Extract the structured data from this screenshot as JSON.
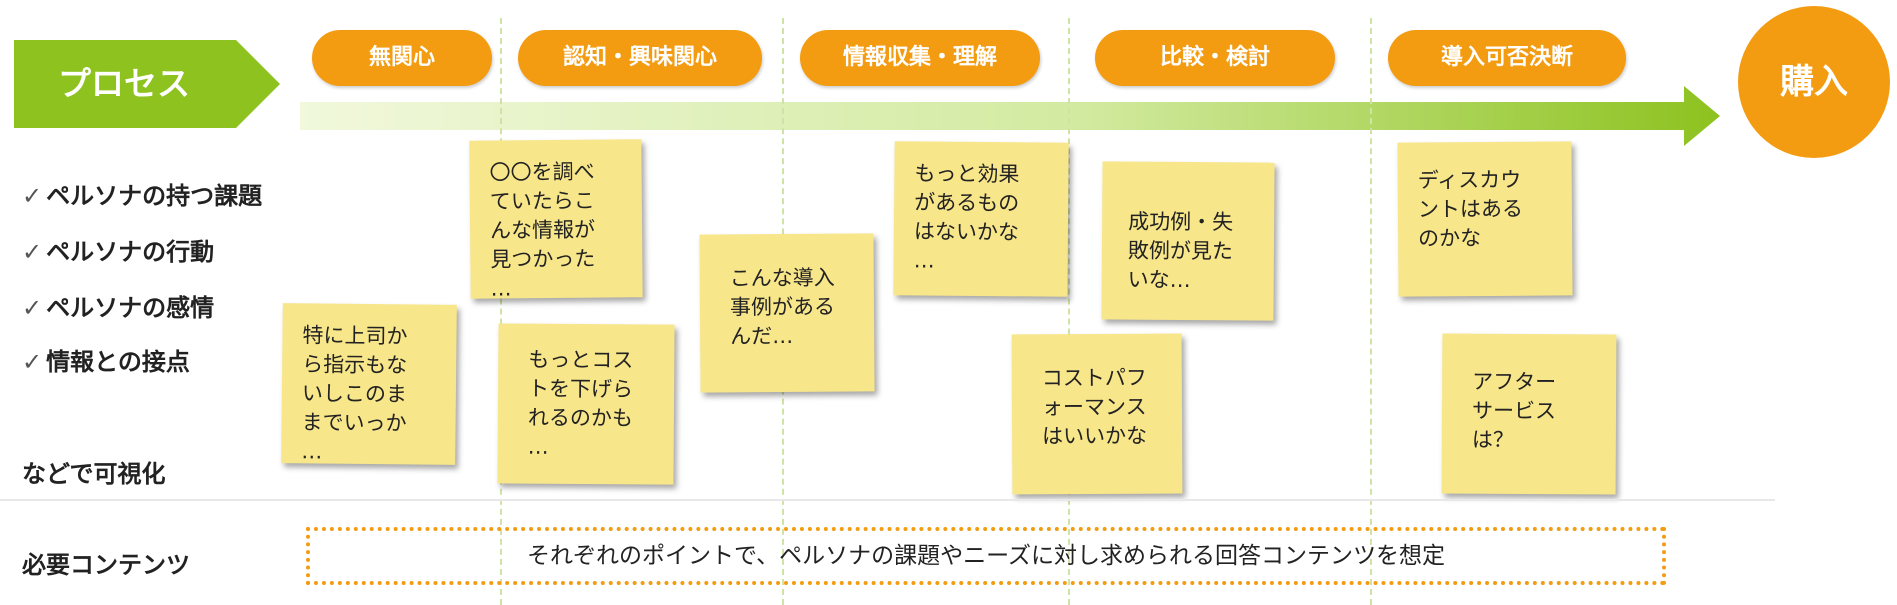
{
  "process": {
    "label": "プロセス",
    "color": "#8dc21f"
  },
  "stages": [
    {
      "label": "無関心"
    },
    {
      "label": "認知・興味関心"
    },
    {
      "label": "情報収集・理解"
    },
    {
      "label": "比較・検討"
    },
    {
      "label": "導入可否決断"
    }
  ],
  "purchase": {
    "label": "購入"
  },
  "checklist": {
    "items": [
      {
        "mark": "✓",
        "text": "ペルソナの持つ課題"
      },
      {
        "mark": "✓",
        "text": "ペルソナの行動"
      },
      {
        "mark": "✓",
        "text": "ペルソナの感情"
      },
      {
        "mark": "✓",
        "text": "情報との接点"
      }
    ],
    "footer": "などで可視化"
  },
  "notes": [
    {
      "lines": [
        "特に上司か",
        "ら指示もな",
        "いしこのま",
        "までいっか",
        "…"
      ]
    },
    {
      "lines": [
        "〇〇を調べ",
        "ていたらこ",
        "んな情報が",
        "見つかった",
        "…"
      ]
    },
    {
      "lines": [
        "もっとコス",
        "トを下げら",
        "れるのかも",
        "…"
      ]
    },
    {
      "lines": [
        "こんな導入",
        "事例がある",
        "んだ…"
      ]
    },
    {
      "lines": [
        "もっと効果",
        "があるもの",
        "はないかな",
        "…"
      ]
    },
    {
      "lines": [
        "コストパフ",
        "ォーマンス",
        "はいいかな"
      ]
    },
    {
      "lines": [
        "成功例・失",
        "敗例が見た",
        "いな…"
      ]
    },
    {
      "lines": [
        "ディスカウ",
        "ントはある",
        "のかな"
      ]
    },
    {
      "lines": [
        "アフター",
        "サービス",
        "は？"
      ]
    }
  ],
  "contents": {
    "label": "必要コンテンツ",
    "text": "それぞれのポイントで、ペルソナの課題やニーズに対し求められる回答コンテンツを想定"
  },
  "colors": {
    "accent_orange": "#f39c12",
    "green": "#8dc21f",
    "note_yellow": "#f8e68a"
  }
}
